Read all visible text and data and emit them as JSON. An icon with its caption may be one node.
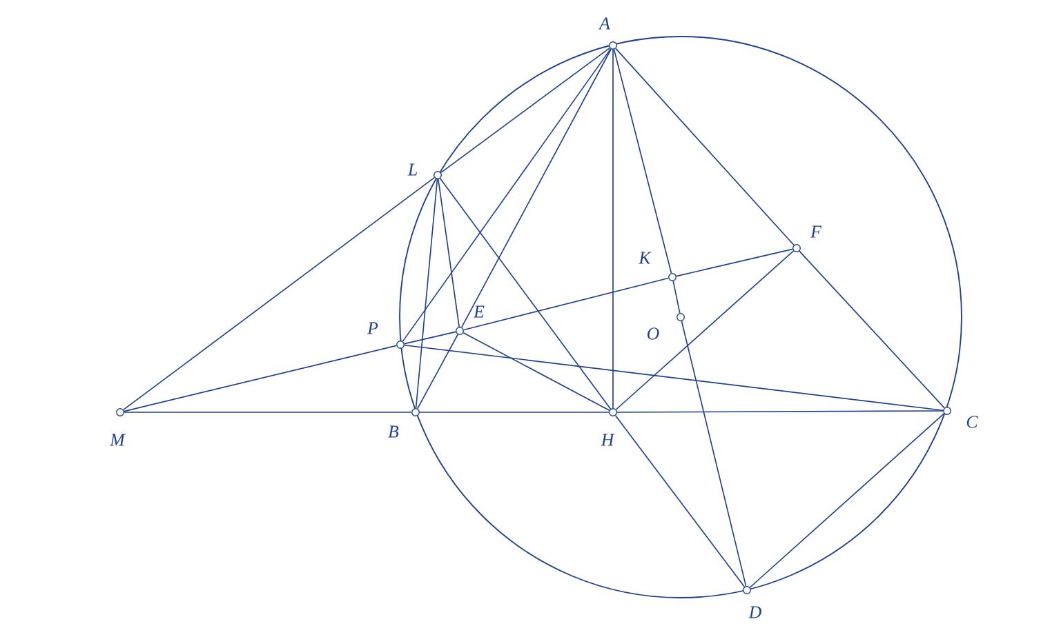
{
  "diagram": {
    "nodes": [
      {
        "text": [],
        "shape": "circle",
        "beside": [
          "A"
        ]
      },
      {
        "text": [],
        "shape": "circle",
        "beside": [
          "L"
        ]
      },
      {
        "text": [],
        "shape": "circle",
        "beside": [
          "F"
        ]
      },
      {
        "text": [],
        "shape": "circle",
        "beside": [
          "K"
        ]
      },
      {
        "text": [],
        "shape": "circle",
        "beside": [
          "O"
        ]
      },
      {
        "text": [],
        "shape": "circle",
        "beside": [
          "E"
        ]
      },
      {
        "text": [],
        "shape": "circle",
        "beside": [
          "P"
        ]
      },
      {
        "text": [],
        "shape": "circle",
        "beside": [
          "M"
        ]
      },
      {
        "text": [],
        "shape": "circle",
        "beside": [
          "B"
        ]
      },
      {
        "text": [],
        "shape": "circle",
        "beside": [
          "H"
        ]
      },
      {
        "text": [],
        "shape": "circle",
        "beside": [
          "C"
        ]
      },
      {
        "text": [],
        "shape": "circle",
        "beside": [
          "D"
        ]
      }
    ],
    "edges": [
      {
        "from": 7,
        "to": 1,
        "arrow": "none"
      },
      {
        "from": 1,
        "to": 0,
        "arrow": "none"
      },
      {
        "from": 7,
        "to": 8,
        "arrow": "none"
      },
      {
        "from": 8,
        "to": 9,
        "arrow": "none"
      },
      {
        "from": 9,
        "to": 10,
        "arrow": "none"
      },
      {
        "from": 7,
        "to": 6,
        "arrow": "none"
      },
      {
        "from": 6,
        "to": 5,
        "arrow": "none"
      },
      {
        "from": 5,
        "to": 3,
        "arrow": "none"
      },
      {
        "from": 3,
        "to": 2,
        "arrow": "none"
      },
      {
        "from": 0,
        "to": 6,
        "arrow": "none"
      },
      {
        "from": 0,
        "to": 5,
        "arrow": "none"
      },
      {
        "from": 5,
        "to": 8,
        "arrow": "none"
      },
      {
        "from": 0,
        "to": 9,
        "arrow": "none"
      },
      {
        "from": 0,
        "to": 3,
        "arrow": "none"
      },
      {
        "from": 3,
        "to": 4,
        "arrow": "none"
      },
      {
        "from": 4,
        "to": 11,
        "arrow": "none"
      },
      {
        "from": 0,
        "to": 2,
        "arrow": "none"
      },
      {
        "from": 2,
        "to": 10,
        "arrow": "none"
      },
      {
        "from": 1,
        "to": 8,
        "arrow": "none"
      },
      {
        "from": 1,
        "to": 5,
        "arrow": "none"
      },
      {
        "from": 1,
        "to": 9,
        "arrow": "none"
      },
      {
        "from": 5,
        "to": 9,
        "arrow": "none"
      },
      {
        "from": 6,
        "to": 10,
        "arrow": "none"
      },
      {
        "from": 9,
        "to": 2,
        "arrow": "none"
      },
      {
        "from": 9,
        "to": 11,
        "arrow": "none"
      },
      {
        "from": 10,
        "to": 11,
        "arrow": "none"
      }
    ]
  }
}
